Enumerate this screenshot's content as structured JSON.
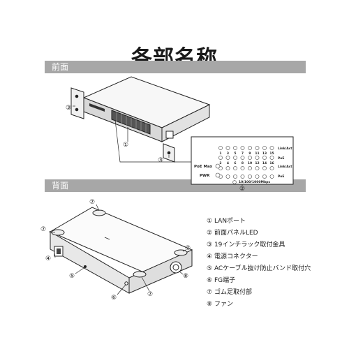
{
  "title": "各部名称",
  "sections": {
    "front": "前面",
    "back": "背面"
  },
  "callouts": [
    "①",
    "②",
    "③",
    "④",
    "⑤",
    "⑥",
    "⑦",
    "⑧"
  ],
  "panel": {
    "top_ports": [
      "1",
      "3",
      "5",
      "7",
      "9",
      "11",
      "13",
      "15"
    ],
    "bottom_ports": [
      "2",
      "4",
      "6",
      "8",
      "10",
      "12",
      "14",
      "16"
    ],
    "link_act": "Link/Act",
    "poe": "PoE",
    "poe_max": "PoE Max",
    "pwr": "PWR",
    "speed": "10/100/1000Mbps"
  },
  "legend": [
    {
      "num": "①",
      "label": "LANポート"
    },
    {
      "num": "②",
      "label": "前面パネルLED"
    },
    {
      "num": "③",
      "label": "19インチラック取付金具"
    },
    {
      "num": "④",
      "label": "電源コネクター"
    },
    {
      "num": "⑤",
      "label": "ACケーブル抜け防止バンド取付穴"
    },
    {
      "num": "⑥",
      "label": "FG端子"
    },
    {
      "num": "⑦",
      "label": "ゴム足取付部"
    },
    {
      "num": "⑧",
      "label": "ファン"
    }
  ]
}
